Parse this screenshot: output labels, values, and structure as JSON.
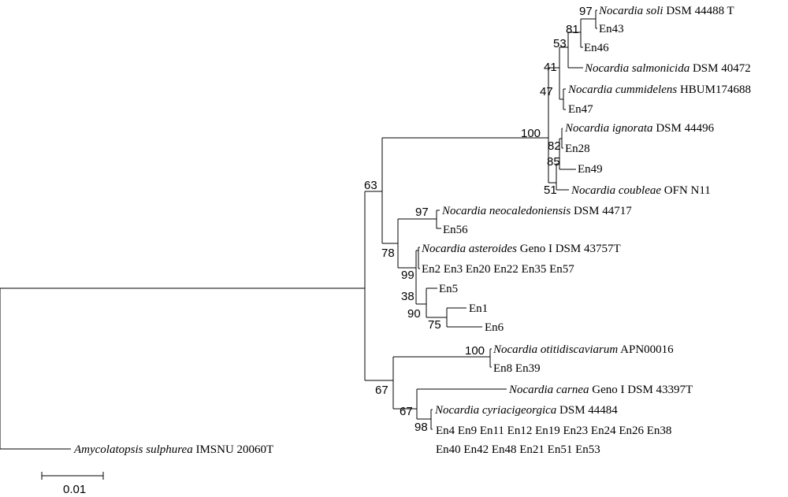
{
  "tree": {
    "taxa": {
      "soli": {
        "genus": "Nocardia",
        "species": "soli",
        "strain": "DSM 44488 T"
      },
      "en43": {
        "text": "En43"
      },
      "en46": {
        "text": "En46"
      },
      "salmonicida": {
        "genus": "Nocardia",
        "species": "salmonicida",
        "strain": "DSM 40472"
      },
      "cummidelens": {
        "genus": "Nocardia",
        "species": "cummidelens",
        "strain": "HBUM174688"
      },
      "en47": {
        "text": "En47"
      },
      "ignorata": {
        "genus": "Nocardia",
        "species": "ignorata",
        "strain": "DSM 44496"
      },
      "en28": {
        "text": "En28"
      },
      "en49": {
        "text": "En49"
      },
      "coubleae": {
        "genus": "Nocardia",
        "species": "coubleae",
        "strain": "OFN N11"
      },
      "neocaledoniensis": {
        "genus": "Nocardia",
        "species": "neocaledoniensis",
        "strain": "DSM 44717"
      },
      "en56": {
        "text": "En56"
      },
      "asteroides": {
        "genus": "Nocardia",
        "species": "asteroides",
        "strain": "Geno I DSM 43757T"
      },
      "en_group1": {
        "text": "En2 En3 En20 En22 En35 En57"
      },
      "en5": {
        "text": "En5"
      },
      "en1": {
        "text": "En1"
      },
      "en6": {
        "text": "En6"
      },
      "otitidiscaviarum": {
        "genus": "Nocardia",
        "species": "otitidiscaviarum",
        "strain": "APN00016"
      },
      "en8_39": {
        "text": "En8 En39"
      },
      "carnea": {
        "genus": "Nocardia",
        "species": "carnea",
        "strain": "Geno I DSM 43397T"
      },
      "cyriacigeorgica": {
        "genus": "Nocardia",
        "species": "cyriacigeorgica",
        "strain": "DSM 44484"
      },
      "en_group2_line1": {
        "text": "En4 En9 En11 En12 En19 En23 En24 En26 En38"
      },
      "en_group2_line2": {
        "text": "En40 En42 En48 En21 En51 En53"
      },
      "sulphurea": {
        "genus": "Amycolatopsis",
        "species": "sulphurea",
        "strain": "IMSNU 20060T"
      }
    },
    "bootstrap": {
      "soli_en43": "97",
      "en46_clade": "81",
      "salmonicida_clade": "53",
      "cumm_clade": "41",
      "en47_node": "47",
      "outer_100": "100",
      "ign_en28": "82",
      "en49_node": "85",
      "coubleae_node": "51",
      "neocal_en56": "97",
      "root_63": "63",
      "neocal_ast": "78",
      "ast_group": "99",
      "en5_node": "38",
      "en5_clade": "90",
      "en1_en6": "75",
      "otit_100": "100",
      "lower_67": "67",
      "carnea_67": "67",
      "cyri_98": "98"
    },
    "scale_bar": {
      "label": "0.01"
    }
  }
}
